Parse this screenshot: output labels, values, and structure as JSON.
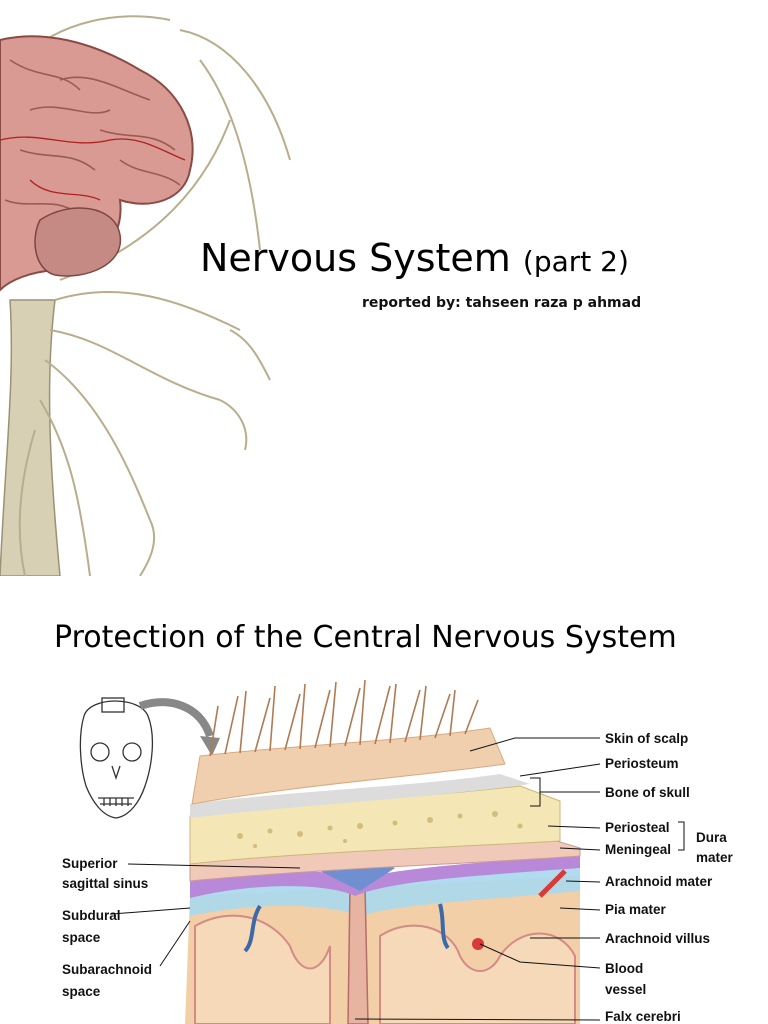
{
  "slide1": {
    "title_main": "Nervous System",
    "title_sub": "(part 2)",
    "reporter": "reported by: tahseen raza p ahmad"
  },
  "slide2": {
    "title": "Protection of the Central Nervous System",
    "labels": {
      "skin_of_scalp": "Skin of scalp",
      "periosteum": "Periosteum",
      "bone_of_skull": "Bone of skull",
      "periosteal": "Periosteal",
      "meningeal": "Meningeal",
      "dura": "Dura",
      "mater": "mater",
      "arachnoid_mater": "Arachnoid mater",
      "pia_mater": "Pia mater",
      "arachnoid_villus": "Arachnoid villus",
      "blood": "Blood",
      "vessel": "vessel",
      "falx_cerebri": "Falx cerebri",
      "superior": "Superior",
      "sagittal_sinus": "sagittal sinus",
      "subdural": "Subdural",
      "space1": "space",
      "subarachnoid": "Subarachnoid",
      "space2": "space"
    }
  },
  "colors": {
    "bone": "#f4e7b5",
    "meninges_purple": "#b889d8",
    "csf_blue": "#a9d8ee",
    "brain_tissue": "#f2cfa6",
    "scalp": "#f0cfae",
    "brain_pink": "#c98a86"
  }
}
